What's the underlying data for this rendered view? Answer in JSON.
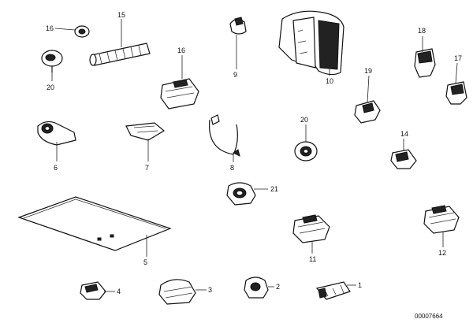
{
  "diagram": {
    "catalog_code": "00007664",
    "callouts": [
      {
        "id": "c16a",
        "label": "16"
      },
      {
        "id": "c15",
        "label": "15"
      },
      {
        "id": "c20a",
        "label": "20"
      },
      {
        "id": "c9",
        "label": "9"
      },
      {
        "id": "c10",
        "label": "10"
      },
      {
        "id": "c18",
        "label": "18"
      },
      {
        "id": "c17",
        "label": "17"
      },
      {
        "id": "c16b",
        "label": "16"
      },
      {
        "id": "c19",
        "label": "19"
      },
      {
        "id": "c6",
        "label": "6"
      },
      {
        "id": "c7",
        "label": "7"
      },
      {
        "id": "c8",
        "label": "8"
      },
      {
        "id": "c20b",
        "label": "20"
      },
      {
        "id": "c14",
        "label": "14"
      },
      {
        "id": "c21",
        "label": "21"
      },
      {
        "id": "c5",
        "label": "5"
      },
      {
        "id": "c11",
        "label": "11"
      },
      {
        "id": "c12",
        "label": "12"
      },
      {
        "id": "c4",
        "label": "4"
      },
      {
        "id": "c3",
        "label": "3"
      },
      {
        "id": "c2",
        "label": "2"
      },
      {
        "id": "c1",
        "label": "1"
      }
    ]
  }
}
